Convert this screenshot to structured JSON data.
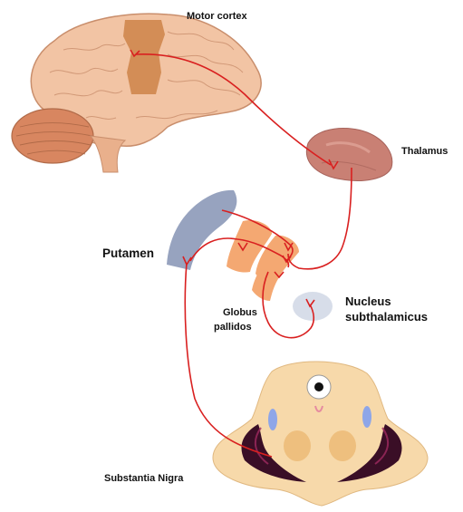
{
  "labels": {
    "motor_cortex": "Motor cortex",
    "thalamus": "Thalamus",
    "putamen": "Putamen",
    "globus_line1": "Globus",
    "globus_line2": "pallidos",
    "nucleus_line1": "Nucleus",
    "nucleus_line2": "subthalamicus",
    "substantia_nigra": "Substantia Nigra"
  },
  "colors": {
    "pathway": "#d92020",
    "brain": "#f2c4a4",
    "brain_outline": "#c98e6c",
    "motor_cortex_region": "#cf874e",
    "cerebellum": "#d88660",
    "thalamus": "#c98074",
    "putamen": "#97a3bf",
    "globus_pallidus": "#f4a872",
    "nucleus_subthalamicus": "#d7dde9",
    "midbrain": "#f7d9aa",
    "substantia_nigra": "#3a0e26",
    "red_nucleus": "#eebf7e",
    "eye_blue": "#8ea6e8"
  }
}
